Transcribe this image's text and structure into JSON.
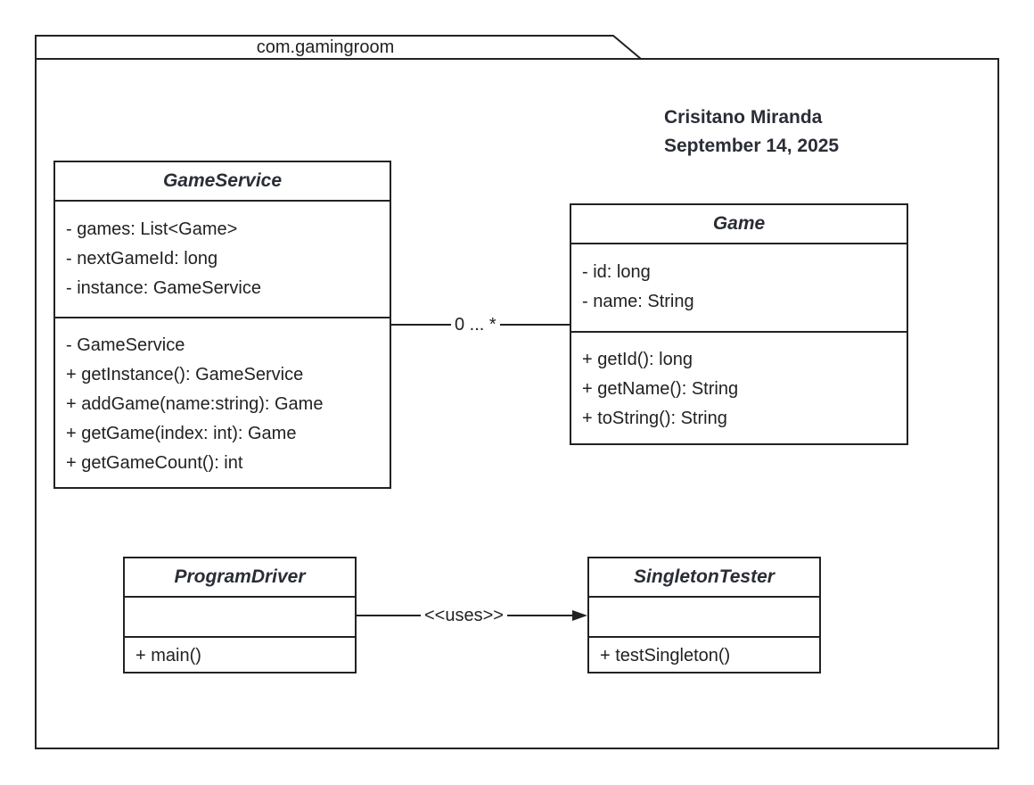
{
  "package": {
    "name": "com.gamingroom"
  },
  "author": {
    "name": "Crisitano Miranda",
    "date": "September 14, 2025"
  },
  "classes": {
    "game_service": {
      "name": "GameService",
      "attributes": [
        "- games: List<Game>",
        "- nextGameId: long",
        "- instance: GameService"
      ],
      "methods": [
        "- GameService",
        "+ getInstance(): GameService",
        "+ addGame(name:string): Game",
        "+ getGame(index: int): Game",
        "+ getGameCount(): int"
      ]
    },
    "game": {
      "name": "Game",
      "attributes": [
        "- id: long",
        "- name: String"
      ],
      "methods": [
        "+ getId(): long",
        "+ getName(): String",
        "+ toString(): String"
      ]
    },
    "program_driver": {
      "name": "ProgramDriver",
      "attributes": [],
      "methods": [
        "+ main()"
      ]
    },
    "singleton_tester": {
      "name": "SingletonTester",
      "attributes": [],
      "methods": [
        "+ testSingleton()"
      ]
    }
  },
  "relations": {
    "multiplicity": "0 ... *",
    "uses": "<<uses>>"
  }
}
